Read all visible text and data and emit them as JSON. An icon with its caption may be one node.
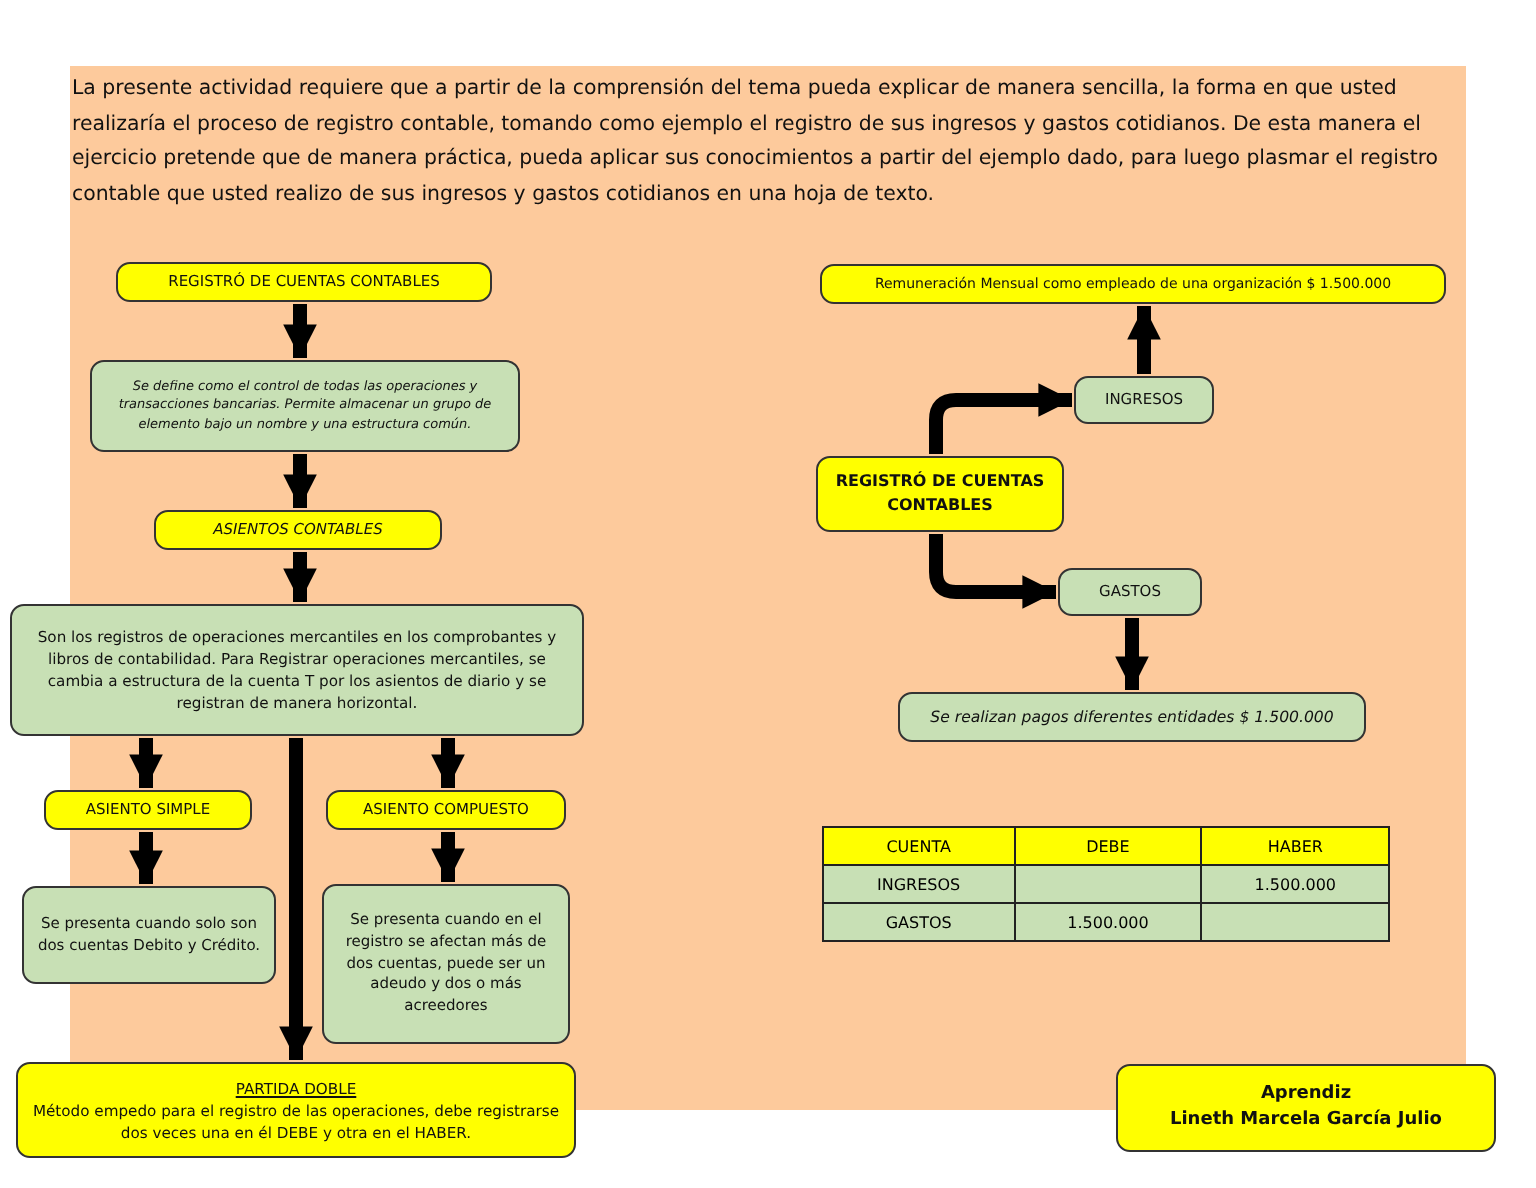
{
  "diagram": {
    "nodes": [
      {
        "text": [
          "REGISTRÓ DE CUENTAS CONTABLES"
        ]
      },
      {
        "text": [
          "Se define como el control de todas las operaciones y transacciones bancarias. Permite almacenar un grupo de elemento bajo un nombre y una estructura común."
        ]
      },
      {
        "text": [
          "ASIENTOS CONTABLES"
        ]
      },
      {
        "text": [
          "Son los registros de operaciones mercantiles en los comprobantes y libros de contabilidad. Para Registrar operaciones mercantiles, se cambia a estructura de la cuenta T por los asientos de diario y se registran de manera horizontal."
        ]
      },
      {
        "text": [
          "ASIENTO SIMPLE"
        ]
      },
      {
        "text": [
          "ASIENTO COMPUESTO"
        ]
      },
      {
        "text": [
          "Se presenta cuando solo son dos cuentas Debito y Crédito."
        ]
      },
      {
        "text": [
          "Se presenta cuando en el registro se afectan más de dos cuentas, puede ser un adeudo y dos o más acreedores"
        ]
      },
      {
        "text": [
          "PARTIDA DOBLE",
          "Método empedo para el registro de las operaciones, debe registrarse dos veces una en él DEBE y otra en el HABER."
        ]
      },
      {
        "text": [
          "Remuneración Mensual como empleado de una organización $ 1.500.000"
        ]
      },
      {
        "text": [
          "INGRESOS"
        ]
      },
      {
        "text": [
          "REGISTRÓ DE CUENTAS CONTABLES"
        ]
      },
      {
        "text": [
          "GASTOS"
        ]
      },
      {
        "text": [
          "Se realizan pagos diferentes entidades $ 1.500.000"
        ]
      },
      {
        "text": [
          "Aprendiz",
          "Lineth Marcela García Julio"
        ]
      }
    ],
    "edges": [
      {
        "from": 0,
        "to": 1,
        "arrow": "to"
      },
      {
        "from": 1,
        "to": 2,
        "arrow": "to"
      },
      {
        "from": 2,
        "to": 3,
        "arrow": "to"
      },
      {
        "from": 3,
        "to": 4,
        "arrow": "to"
      },
      {
        "from": 3,
        "to": 8,
        "arrow": "to"
      },
      {
        "from": 3,
        "to": 5,
        "arrow": "to"
      },
      {
        "from": 4,
        "to": 6,
        "arrow": "to"
      },
      {
        "from": 5,
        "to": 7,
        "arrow": "to"
      },
      {
        "from": 11,
        "to": 10,
        "arrow": "to"
      },
      {
        "from": 10,
        "to": 9,
        "arrow": "to"
      },
      {
        "from": 11,
        "to": 12,
        "arrow": "to"
      },
      {
        "from": 12,
        "to": 13,
        "arrow": "to"
      }
    ],
    "labels": [
      "La presente actividad requiere que a partir de la comprensión del tema pueda explicar de manera sencilla, la forma en que usted realizaría el proceso de registro contable, tomando como ejemplo el registro de sus ingresos y gastos cotidianos. De esta manera el ejercicio pretende que de manera práctica, pueda aplicar sus conocimientos a partir del ejemplo dado, para luego plasmar el registro contable que usted realizo de sus ingresos y gastos cotidianos en una hoja de texto.",
      "CUENTA",
      "DEBE",
      "HABER",
      "INGRESOS",
      "1.500.000",
      "GASTOS",
      "1.500.000"
    ]
  }
}
